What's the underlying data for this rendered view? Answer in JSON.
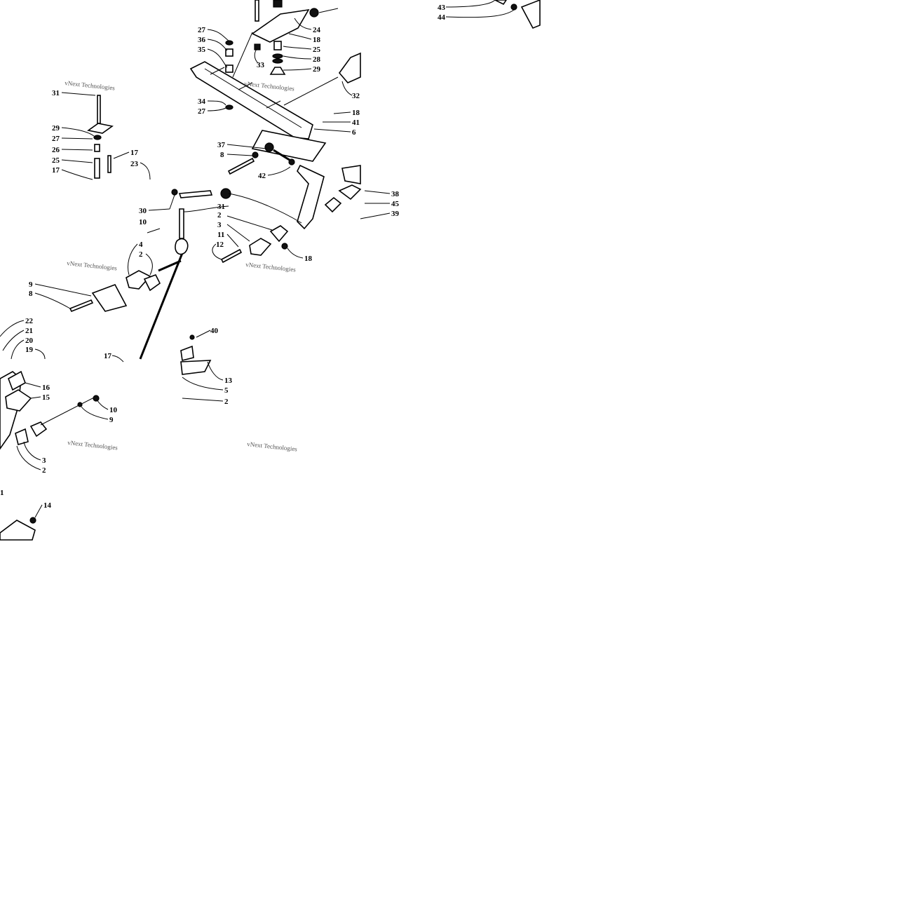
{
  "watermark": "vNext Technologies",
  "callouts": [
    "43",
    "44",
    "24",
    "18",
    "27",
    "36",
    "35",
    "33",
    "25",
    "28",
    "29",
    "32",
    "34",
    "27",
    "18",
    "41",
    "6",
    "31",
    "29",
    "27",
    "26",
    "25",
    "17",
    "17",
    "23",
    "37",
    "8",
    "42",
    "38",
    "45",
    "39",
    "30",
    "31",
    "10",
    "2",
    "3",
    "11",
    "12",
    "18",
    "4",
    "2",
    "9",
    "8",
    "22",
    "21",
    "20",
    "19",
    "17",
    "40",
    "13",
    "5",
    "2",
    "16",
    "15",
    "10",
    "9",
    "3",
    "2",
    "1",
    "14"
  ]
}
